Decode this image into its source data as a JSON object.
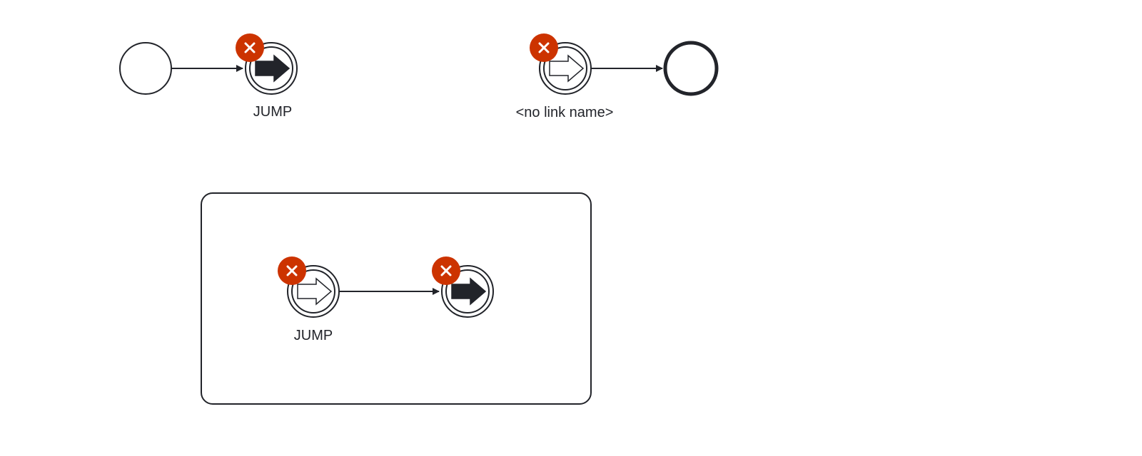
{
  "colors": {
    "stroke": "#22242a",
    "fill": "#ffffff",
    "error_badge": "#cc3300",
    "badge_glyph": "#ffffff"
  },
  "icons": {
    "error_badge": "close-icon",
    "throw_link": "filled-arrow-icon",
    "catch_link": "outline-arrow-icon"
  },
  "labels": {
    "throw_link_top": "JUMP",
    "catch_link_top": "<no link name>",
    "catch_link_sub": "JUMP"
  }
}
